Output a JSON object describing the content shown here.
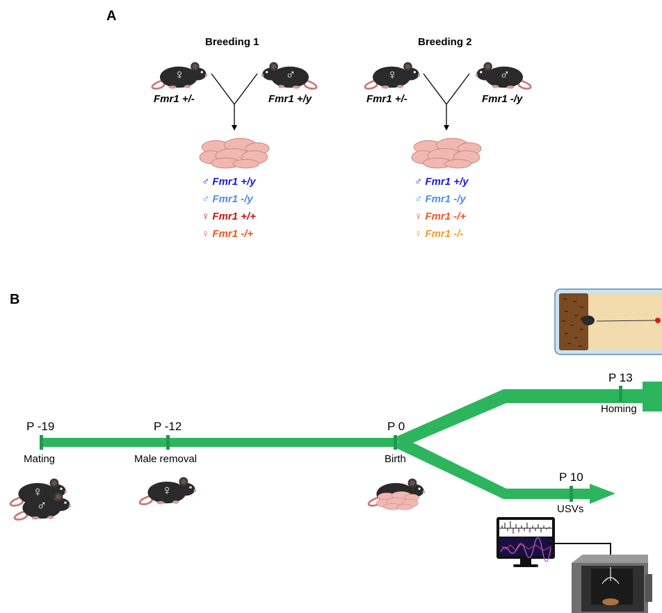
{
  "panel_a": {
    "label": "A",
    "breedings": [
      {
        "title": "Breeding 1",
        "female_symbol": "♀",
        "male_symbol": "♂",
        "female_genotype": "Fmr1 +/-",
        "male_genotype": "Fmr1 +/y",
        "offspring": [
          {
            "symbol": "♂",
            "genotype": "Fmr1 +/y",
            "color": "#1a1adb"
          },
          {
            "symbol": "♂",
            "genotype": "Fmr1 -/y",
            "color": "#4a8ee6"
          },
          {
            "symbol": "♀",
            "genotype": "Fmr1 +/+",
            "color": "#c01515"
          },
          {
            "symbol": "♀",
            "genotype": "Fmr1 -/+",
            "color": "#ef5522"
          }
        ]
      },
      {
        "title": "Breeding 2",
        "female_symbol": "♀",
        "male_symbol": "♂",
        "female_genotype": "Fmr1 +/-",
        "male_genotype": "Fmr1 -/y",
        "offspring": [
          {
            "symbol": "♂",
            "genotype": "Fmr1 +/y",
            "color": "#1a1adb"
          },
          {
            "symbol": "♂",
            "genotype": "Fmr1 -/y",
            "color": "#4a8ee6"
          },
          {
            "symbol": "♀",
            "genotype": "Fmr1 -/+",
            "color": "#ef5522"
          },
          {
            "symbol": "♀",
            "genotype": "Fmr1 -/-",
            "color": "#f49a2b"
          }
        ]
      }
    ]
  },
  "panel_b": {
    "label": "B",
    "timeline_color": "#2db55d",
    "timepoints": [
      {
        "day": "P -19",
        "event": "Mating"
      },
      {
        "day": "P -12",
        "event": "Male removal"
      },
      {
        "day": "P 0",
        "event": "Birth"
      },
      {
        "day": "P 13",
        "event": "Homing"
      },
      {
        "day": "P 10",
        "event": "USVs"
      }
    ],
    "mouse_symbols": {
      "mating_female": "♀",
      "mating_male": "♂",
      "removal_female": "♀"
    }
  },
  "colors": {
    "mouse_body": "#2a2a2a",
    "pup": "#f0b8b0",
    "tail": "#c87878"
  }
}
